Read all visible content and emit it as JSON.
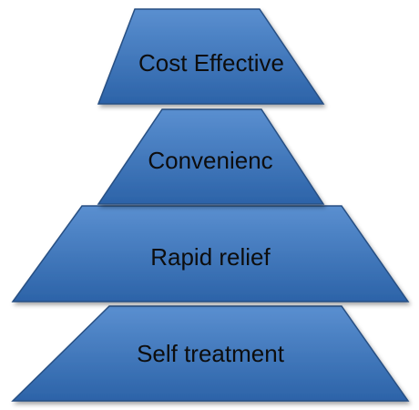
{
  "diagram": {
    "type": "pyramid",
    "colors": {
      "fill_top": "#5a8fd0",
      "fill_bottom": "#2c63a8",
      "stroke": "#284f83",
      "text": "#0d0d0d"
    },
    "levels": [
      {
        "label": "Cost Effective"
      },
      {
        "label": "Convenienc"
      },
      {
        "label": "Rapid relief"
      },
      {
        "label": "Self treatment"
      }
    ]
  }
}
